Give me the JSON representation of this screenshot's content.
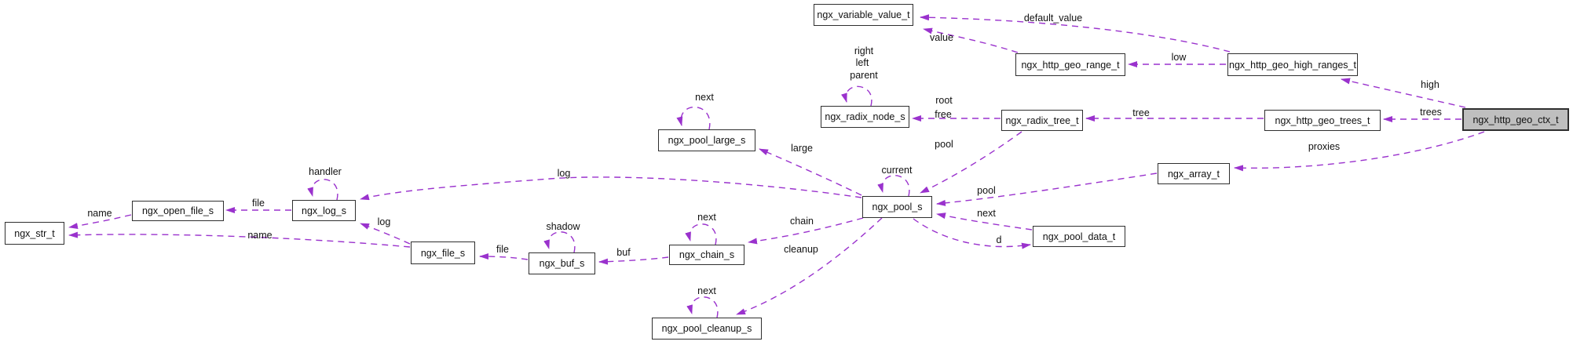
{
  "diagram_kind": "collaboration-graph",
  "colors": {
    "edge": "#9a32cd",
    "node_fill": "#ffffff",
    "node_border": "#2f2f2f",
    "highlight_fill": "#bfbfbf",
    "text": "#111111",
    "bg": "#ffffff"
  },
  "nodes": {
    "ngx_variable_value_t": {
      "label": "ngx_variable_value_t"
    },
    "ngx_http_geo_range_t": {
      "label": "ngx_http_geo_range_t"
    },
    "ngx_http_geo_high_ranges_t": {
      "label": "ngx_http_geo_high_ranges_t"
    },
    "ngx_http_geo_ctx_t": {
      "label": "ngx_http_geo_ctx_t",
      "highlighted": true
    },
    "ngx_http_geo_trees_t": {
      "label": "ngx_http_geo_trees_t"
    },
    "ngx_radix_node_s": {
      "label": "ngx_radix_node_s"
    },
    "ngx_radix_tree_t": {
      "label": "ngx_radix_tree_t"
    },
    "ngx_array_t": {
      "label": "ngx_array_t"
    },
    "ngx_pool_s": {
      "label": "ngx_pool_s"
    },
    "ngx_pool_large_s": {
      "label": "ngx_pool_large_s"
    },
    "ngx_pool_data_t": {
      "label": "ngx_pool_data_t"
    },
    "ngx_str_t": {
      "label": "ngx_str_t"
    },
    "ngx_open_file_s": {
      "label": "ngx_open_file_s"
    },
    "ngx_log_s": {
      "label": "ngx_log_s"
    },
    "ngx_file_s": {
      "label": "ngx_file_s"
    },
    "ngx_buf_s": {
      "label": "ngx_buf_s"
    },
    "ngx_chain_s": {
      "label": "ngx_chain_s"
    },
    "ngx_pool_cleanup_s": {
      "label": "ngx_pool_cleanup_s"
    }
  },
  "edges": {
    "value": {
      "label": "value",
      "from": "ngx_http_geo_range_t",
      "to": "ngx_variable_value_t"
    },
    "default_value": {
      "label": "default_value",
      "from": "ngx_http_geo_high_ranges_t",
      "to": "ngx_variable_value_t"
    },
    "low": {
      "label": "low",
      "from": "ngx_http_geo_high_ranges_t",
      "to": "ngx_http_geo_range_t"
    },
    "high": {
      "label": "high",
      "from": "ngx_http_geo_ctx_t",
      "to": "ngx_http_geo_high_ranges_t"
    },
    "trees": {
      "label": "trees",
      "from": "ngx_http_geo_ctx_t",
      "to": "ngx_http_geo_trees_t"
    },
    "proxies": {
      "label": "proxies",
      "from": "ngx_http_geo_ctx_t",
      "to": "ngx_array_t"
    },
    "tree": {
      "label": "tree",
      "from": "ngx_http_geo_trees_t",
      "to": "ngx_radix_tree_t"
    },
    "root_free": {
      "labels": [
        "root",
        "free"
      ],
      "from": "ngx_radix_tree_t",
      "to": "ngx_radix_node_s"
    },
    "right_left_parent": {
      "labels": [
        "right",
        "left",
        "parent"
      ],
      "from": "ngx_radix_node_s",
      "to": "ngx_radix_node_s"
    },
    "pool_radix": {
      "label": "pool",
      "from": "ngx_radix_tree_t",
      "to": "ngx_pool_s"
    },
    "pool_array": {
      "label": "pool",
      "from": "ngx_array_t",
      "to": "ngx_pool_s"
    },
    "next_data": {
      "label": "next",
      "from": "ngx_pool_data_t",
      "to": "ngx_pool_s"
    },
    "d": {
      "label": "d",
      "from": "ngx_pool_s",
      "to": "ngx_pool_data_t"
    },
    "current": {
      "label": "current",
      "from": "ngx_pool_s",
      "to": "ngx_pool_s"
    },
    "large": {
      "label": "large",
      "from": "ngx_pool_s",
      "to": "ngx_pool_large_s"
    },
    "next_large": {
      "label": "next",
      "from": "ngx_pool_large_s",
      "to": "ngx_pool_large_s"
    },
    "log_pool": {
      "label": "log",
      "from": "ngx_pool_s",
      "to": "ngx_log_s"
    },
    "chain": {
      "label": "chain",
      "from": "ngx_pool_s",
      "to": "ngx_chain_s"
    },
    "cleanup": {
      "label": "cleanup",
      "from": "ngx_pool_s",
      "to": "ngx_pool_cleanup_s"
    },
    "next_cleanup": {
      "label": "next",
      "from": "ngx_pool_cleanup_s",
      "to": "ngx_pool_cleanup_s"
    },
    "next_chain": {
      "label": "next",
      "from": "ngx_chain_s",
      "to": "ngx_chain_s"
    },
    "buf": {
      "label": "buf",
      "from": "ngx_chain_s",
      "to": "ngx_buf_s"
    },
    "shadow": {
      "label": "shadow",
      "from": "ngx_buf_s",
      "to": "ngx_buf_s"
    },
    "file_buf": {
      "label": "file",
      "from": "ngx_buf_s",
      "to": "ngx_file_s"
    },
    "log_file": {
      "label": "log",
      "from": "ngx_file_s",
      "to": "ngx_log_s"
    },
    "name_file": {
      "label": "name",
      "from": "ngx_file_s",
      "to": "ngx_str_t"
    },
    "handler": {
      "label": "handler",
      "from": "ngx_log_s",
      "to": "ngx_log_s"
    },
    "file_log": {
      "label": "file",
      "from": "ngx_log_s",
      "to": "ngx_open_file_s"
    },
    "name_open": {
      "label": "name",
      "from": "ngx_open_file_s",
      "to": "ngx_str_t"
    }
  }
}
